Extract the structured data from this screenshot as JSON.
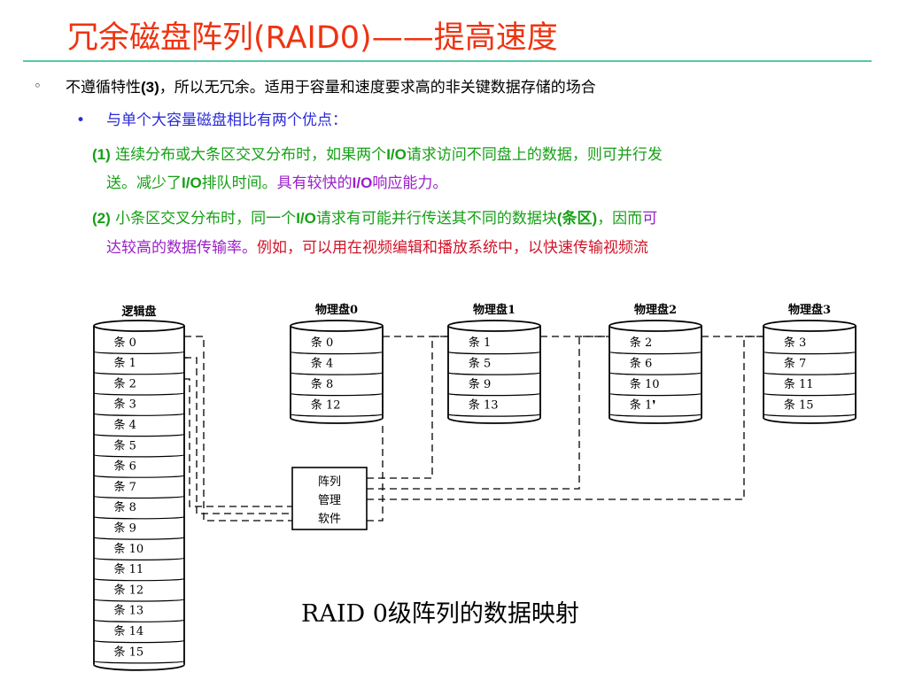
{
  "title": "冗余磁盘阵列(RAID0)——提高速度",
  "bullets": {
    "b1": {
      "marker": "◦",
      "text_a": "不遵循特性",
      "text_b": "(3)",
      "text_c": "，所以无冗余。适用于容量和速度要求高的非关键数据存储的场合"
    },
    "b2": {
      "marker": "•",
      "text": "与单个大容量磁盘相比有两个优点："
    },
    "p1": {
      "l1_num": "(1)",
      "l1_text": " 连续分布或大条区交叉分布时，如果两个",
      "l1_io": "I/O",
      "l1_text2": "请求访问不同盘上的数据，则可并行发",
      "l2_a": "送。减少了",
      "l2_io": "I/O",
      "l2_b": "排队时间。",
      "l2_c": "具有较快的",
      "l2_io2": "I/O",
      "l2_d": "响应能力。"
    },
    "p2": {
      "l1_num": "(2)",
      "l1_text": " 小条区交叉分布时，同一个",
      "l1_io": "I/O",
      "l1_text2": "请求有可能并行传送其不同的数据块",
      "l1_paren": "(条区)",
      "l1_text3": "，因而",
      "l1_tail": "可",
      "l2_a": "达较高的数据传输率。",
      "l2_b": "例如，可以用在视频编辑和播放系统中，以快速传输视频流"
    }
  },
  "diagram": {
    "logical_disk": {
      "label": "逻辑盘",
      "strips": [
        "条 0",
        "条 1",
        "条 2",
        "条 3",
        "条 4",
        "条 5",
        "条 6",
        "条 7",
        "条 8",
        "条 9",
        "条 10",
        "条 11",
        "条 12",
        "条 13",
        "条 14",
        "条 15"
      ]
    },
    "physical_disks": [
      {
        "label": "物理盘0",
        "strips": [
          "条 0",
          "条 4",
          "条 8",
          "条 12"
        ]
      },
      {
        "label": "物理盘1",
        "strips": [
          "条 1",
          "条 5",
          "条 9",
          "条 13"
        ]
      },
      {
        "label": "物理盘2",
        "strips": [
          "条 2",
          "条 6",
          "条 10",
          "条 1❜"
        ]
      },
      {
        "label": "物理盘3",
        "strips": [
          "条 3",
          "条 7",
          "条 11",
          "条 15"
        ]
      }
    ],
    "array_software": [
      "阵列",
      "管理",
      "软件"
    ],
    "caption": "RAID  0级阵列的数据映射"
  },
  "colors": {
    "title": "#ee3311",
    "rule": "#55c9a4",
    "blue": "#2b2bd8",
    "green": "#16a016",
    "purple": "#9a20c8",
    "red": "#d11428"
  }
}
